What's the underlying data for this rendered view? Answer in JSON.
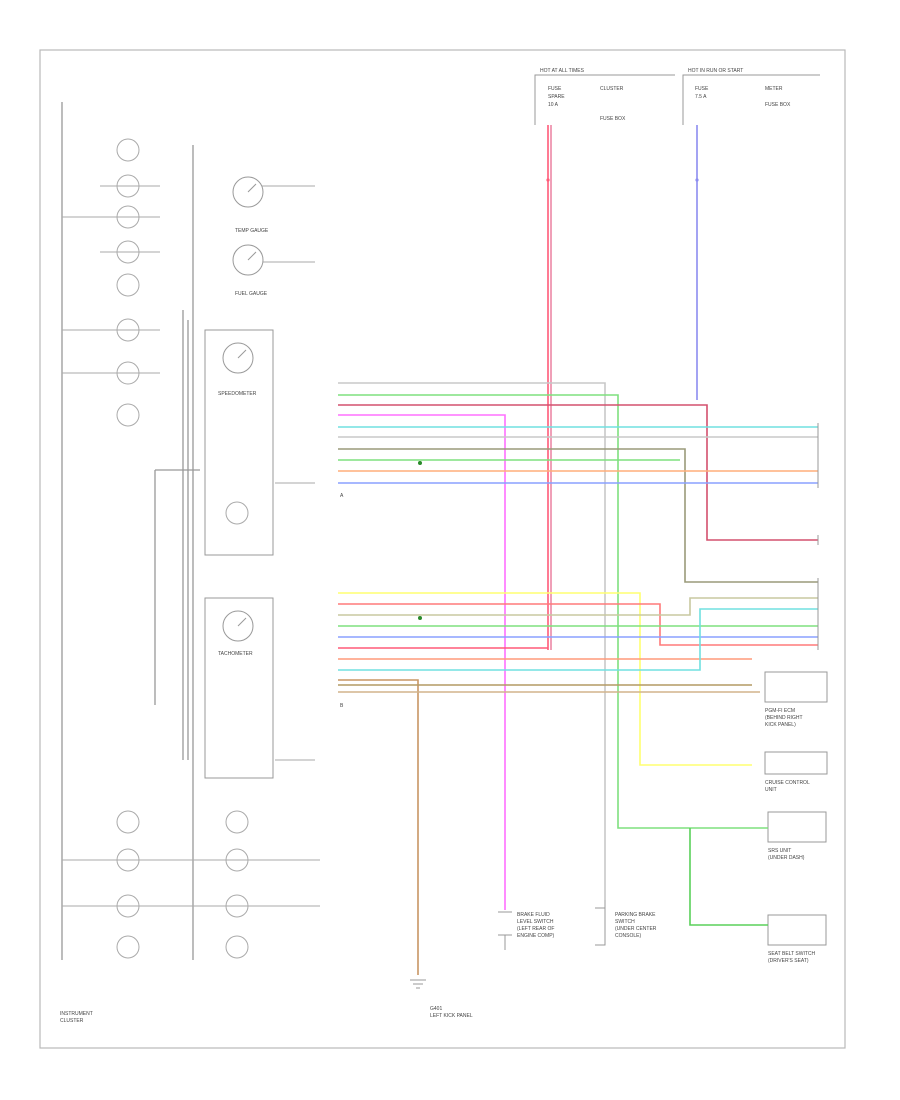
{
  "footer": {
    "id": ""
  },
  "diagram": {
    "cluster_label": [
      "INSTRUMENT",
      "CLUSTER"
    ],
    "gauges": {
      "temp": "TEMP GAUGE",
      "fuel": "FUEL GAUGE",
      "speedometer": "SPEEDOMETER",
      "tachometer": "TACHOMETER"
    },
    "top_boxes": {
      "left": [
        "HOT AT ALL TIMES",
        "FUSE",
        "SPARE",
        "10 A",
        "CLUSTER",
        "FUSE BOX"
      ],
      "right": [
        "HOT IN RUN OR START",
        "FUSE",
        "7.5 A",
        "METER",
        "FUSE BOX"
      ]
    },
    "ground_label": [
      "G401",
      "LEFT KICK PANEL"
    ],
    "sensors": {
      "brake_fluid": [
        "BRAKE FLUID",
        "LEVEL SWITCH",
        "(LEFT REAR OF",
        "ENGINE COMP)"
      ],
      "parking_brake": [
        "PARKING BRAKE",
        "SWITCH",
        "(UNDER CENTER",
        "CONSOLE)"
      ]
    },
    "right_boxes": {
      "pgm_fi": [
        "PGM-FI ECM",
        "(BEHIND RIGHT",
        "KICK PANEL)"
      ],
      "cruise": [
        "CRUISE CONTROL",
        "UNIT"
      ],
      "srs": [
        "SRS UNIT",
        "(UNDER DASH)"
      ],
      "seat_belt": [
        "SEAT BELT SWITCH",
        "(DRIVER'S SEAT)"
      ]
    },
    "connector_a": "A",
    "connector_b": "B"
  }
}
